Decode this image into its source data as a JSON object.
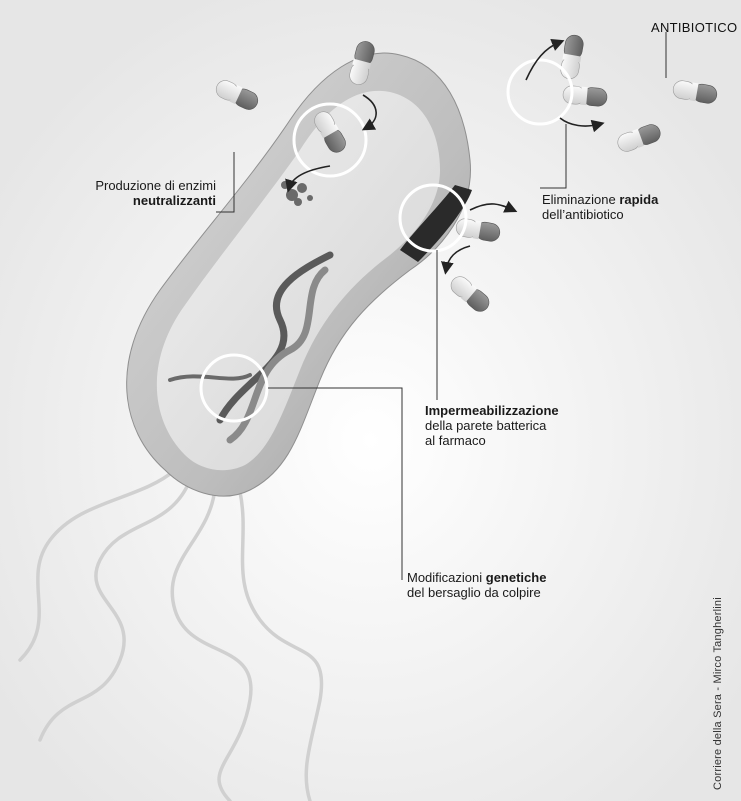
{
  "labels": {
    "antibiotic": "ANTIBIOTICO",
    "enzymes_line1": "Produzione di enzimi",
    "enzymes_line2": "neutralizzanti",
    "elimination_plain": "Eliminazione ",
    "elimination_bold": "rapida",
    "elimination_line2": "dell’antibiotico",
    "impermeab_bold": "Impermeabilizzazione",
    "impermeab_line2": "della parete batterica",
    "impermeab_line3": "al farmaco",
    "genetic_plain": "Modificazioni ",
    "genetic_bold": "genetiche",
    "genetic_line2": "del bersaglio da colpire"
  },
  "credit": "Corriere della Sera - Mirco Tangherlini",
  "colors": {
    "background": "#f2f2f2",
    "bacterium_body": "#cfcfcf",
    "bacterium_inner": "#e4e4e4",
    "capsule_dark": "#7a7a7a",
    "capsule_light": "#e8e8e8",
    "leader_line": "#333333"
  }
}
